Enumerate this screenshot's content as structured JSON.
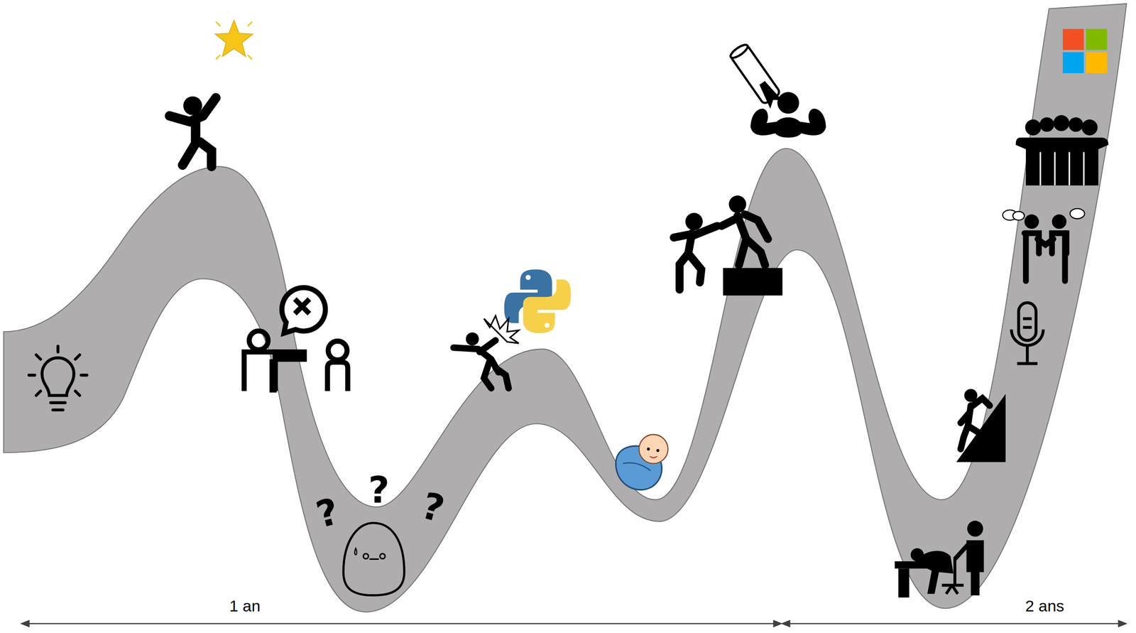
{
  "diagram": {
    "labels": [
      "1 an",
      "2 ans",
      "?",
      "?",
      "?"
    ]
  }
}
